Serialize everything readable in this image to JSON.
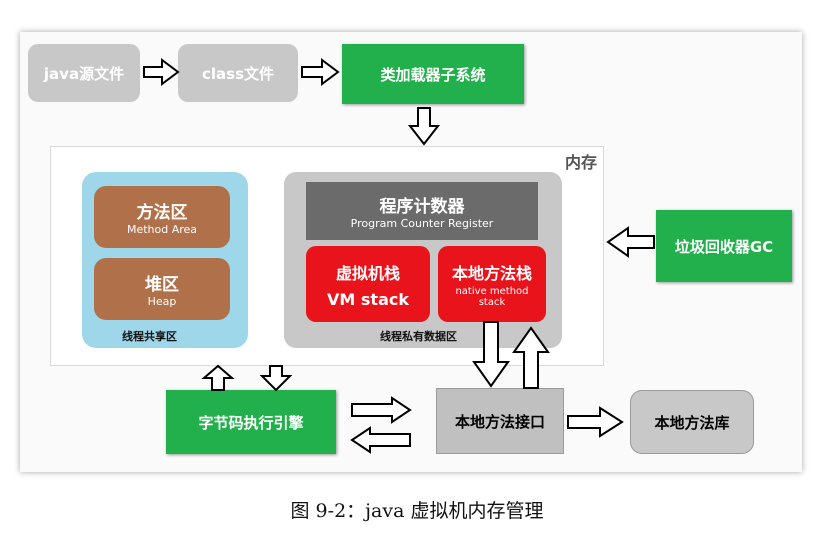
{
  "nodes": {
    "java_source": "java源文件",
    "class_file": "class文件",
    "class_loader": "类加载器子系统",
    "memory_label": "内存",
    "method_area": {
      "cn": "方法区",
      "en": "Method Area"
    },
    "heap": {
      "cn": "堆区",
      "en": "Heap"
    },
    "shared_label": "线程共享区",
    "pc_register": {
      "cn": "程序计数器",
      "en": "Program Counter Register"
    },
    "vm_stack": {
      "cn": "虚拟机栈",
      "en": "VM stack"
    },
    "native_stack": {
      "cn": "本地方法栈",
      "en_line1": "native method",
      "en_line2": "stack"
    },
    "private_label": "线程私有数据区",
    "gc": "垃圾回收器GC",
    "engine": "字节码执行引擎",
    "native_interface": "本地方法接口",
    "native_library": "本地方法库"
  },
  "caption": "图 9-2：java 虚拟机内存管理",
  "colors": {
    "green": "#21b04b",
    "red": "#e8131b",
    "brown": "#b0714a",
    "lightblue": "#9ed7ea",
    "gray": "#c8c8c8"
  }
}
